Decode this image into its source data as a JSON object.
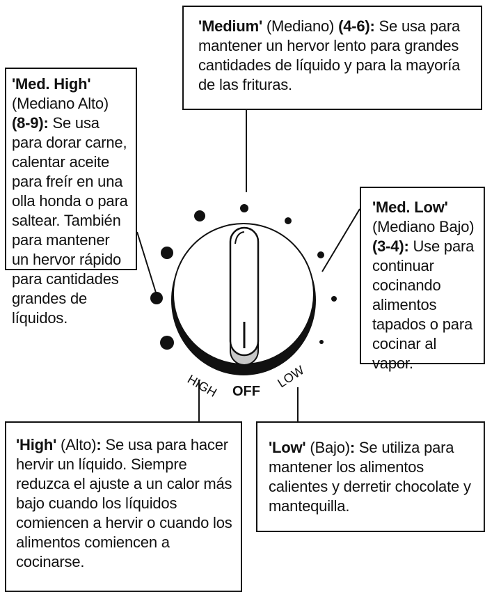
{
  "boxes": {
    "medium": {
      "name": "'Medium'",
      "paren": " (Mediano) ",
      "range": " (4-6):",
      "desc": " Se usa para mantener un hervor lento para grandes cantidades de líquido y para la mayoría de las frituras."
    },
    "med_high": {
      "name": "'Med. High'",
      "paren": " (Mediano Alto) ",
      "range": "(8-9):",
      "desc": " Se usa para dorar carne, calentar aceite para freír en una olla honda o para saltear. También para mantener un hervor rápido para cantidades grandes de líquidos."
    },
    "med_low": {
      "name": "'Med. Low'",
      "paren": " (Mediano Bajo) ",
      "range": "(3-4):",
      "desc": " Use para continuar cocinando alimentos tapados o para cocinar al vapor."
    },
    "high": {
      "name": "'High'",
      "paren": " (Alto)",
      "range": ":",
      "desc": "  Se usa para hacer hervir un líquido. Siempre reduzca el ajuste a un calor más bajo cuando los líquidos comiencen a hervir o cuando los alimentos comiencen a cocinarse."
    },
    "low": {
      "name": "'Low'",
      "paren": " (Bajo)",
      "range": ":",
      "desc": "  Se utiliza para mantener los alimentos calientes y derretir chocolate y mantequilla."
    }
  },
  "dial": {
    "label_high": "HIGH",
    "label_off": "OFF",
    "label_low": "LOW"
  },
  "colors": {
    "ink": "#111111",
    "knob_highlight": "#c8c8c8",
    "background": "#ffffff"
  }
}
